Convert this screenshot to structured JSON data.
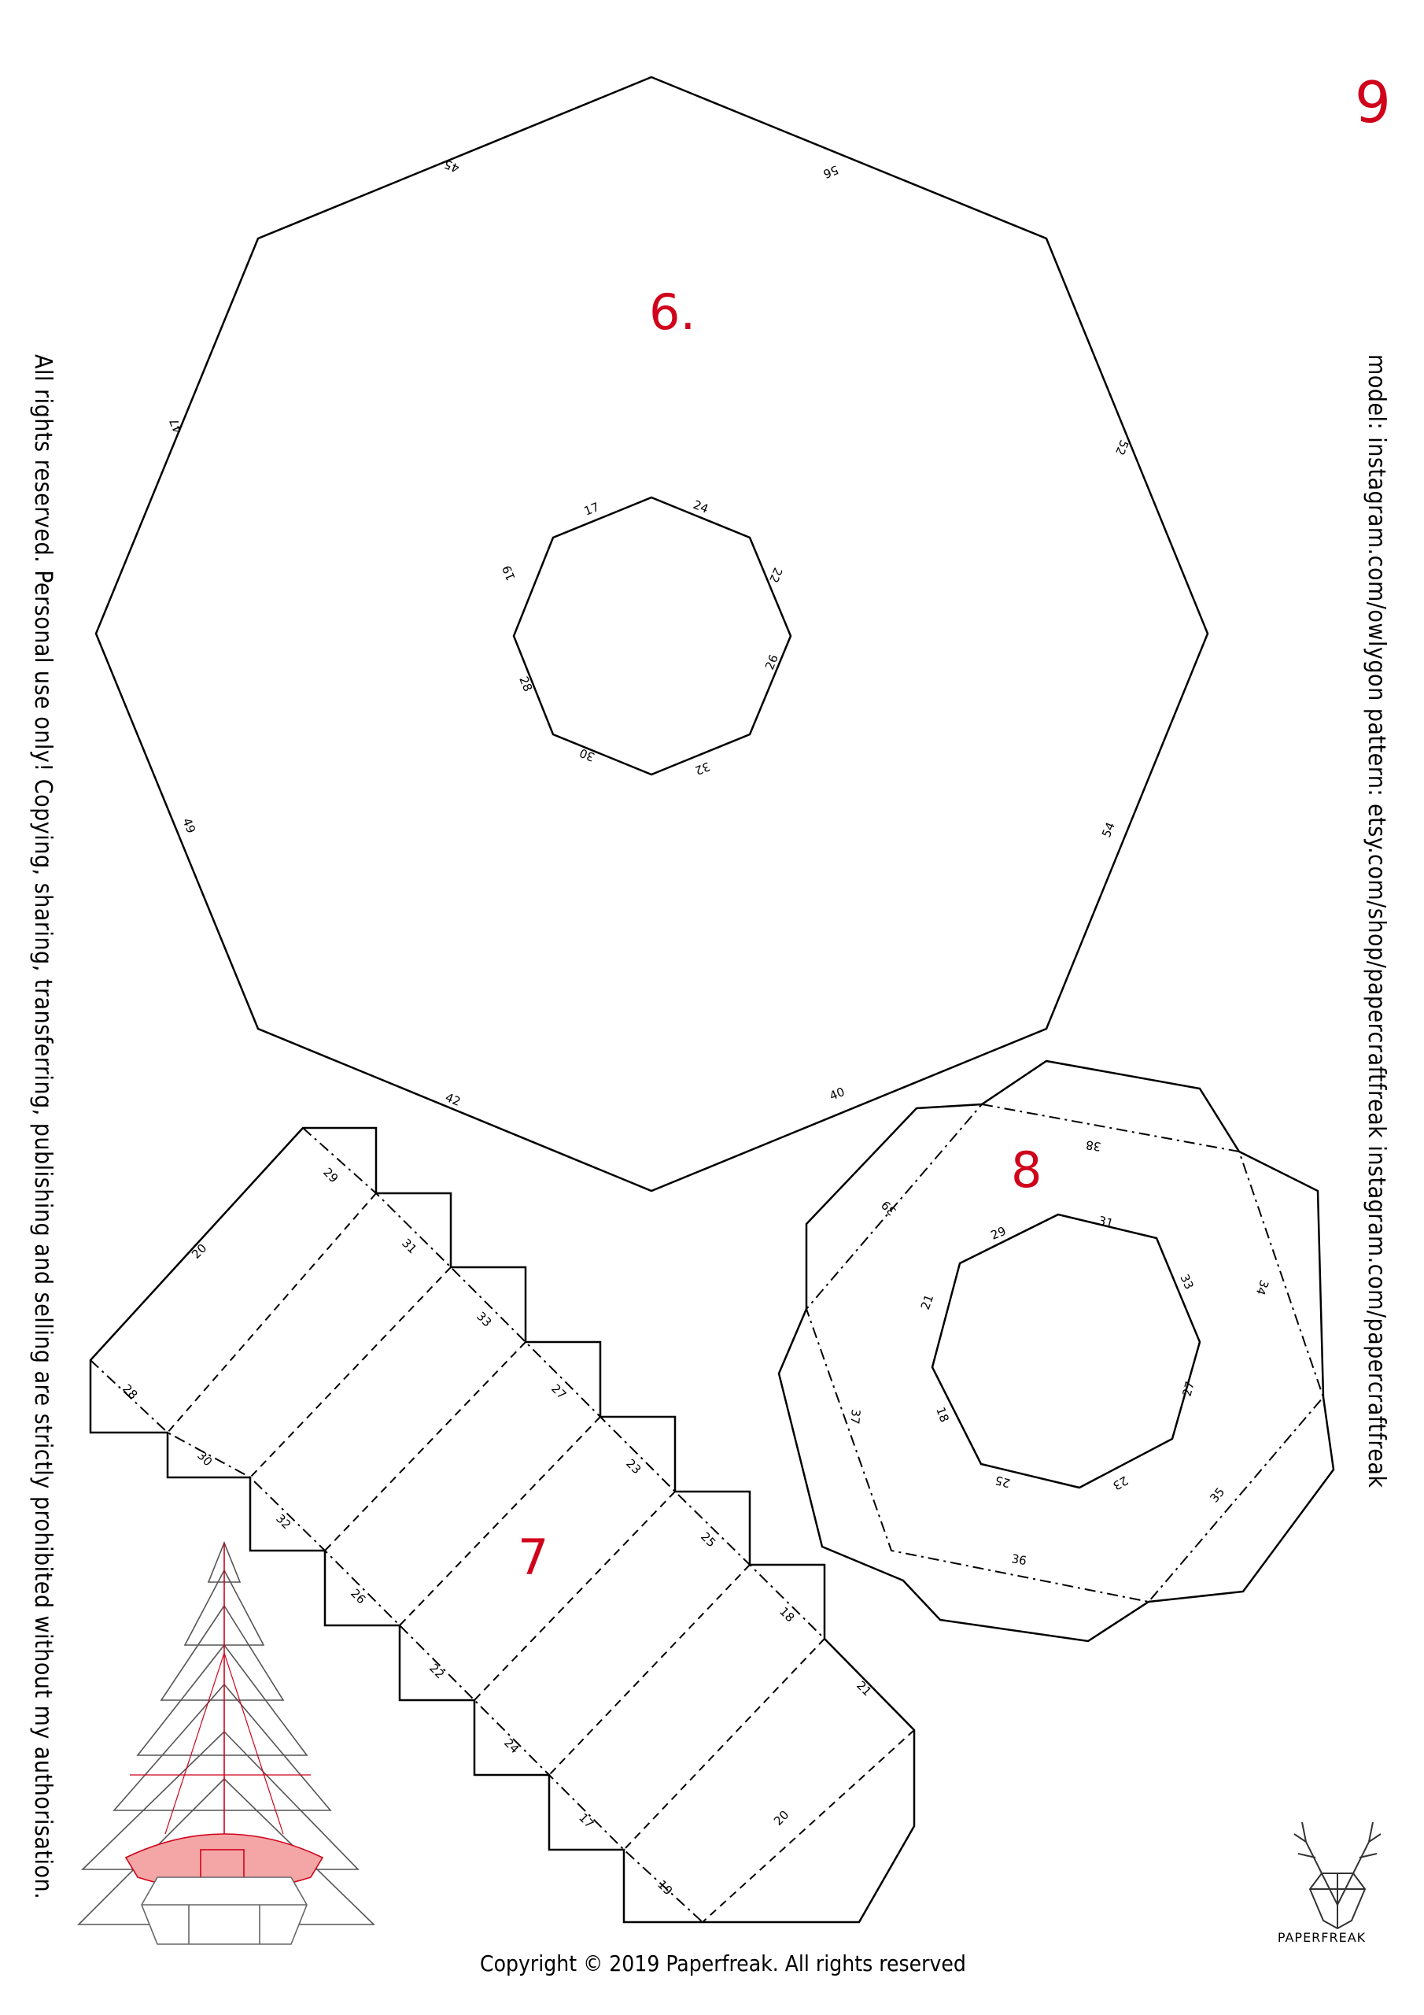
{
  "page_number": "9",
  "sidebar_left": "All rights reserved. Personal use only! Copying, sharing, transferring, publishing and selling are strictly prohibited without my authorisation.",
  "sidebar_right": "model: instagram.com/owlygon    pattern: etsy.com/shop/papercraftfreak instagram.com/papercraftfreak",
  "footer_copyright": "Copyright © 2019 Paperfreak. All rights reserved",
  "brand": "PAPERFREAK",
  "colors": {
    "accent": "#d0021b",
    "line": "#000000",
    "preview_fill": "#f4a6a6"
  },
  "pieces": {
    "piece6": {
      "label": "6.",
      "outer_edges": [
        "45",
        "56",
        "47",
        "52",
        "49",
        "54",
        "42",
        "40"
      ],
      "inner_edges": [
        "17",
        "24",
        "19",
        "22",
        "28",
        "26",
        "30",
        "32"
      ]
    },
    "piece7": {
      "label": "7",
      "side_edges": [
        "20",
        "20"
      ],
      "tab_edges": [
        "29",
        "31",
        "33",
        "27",
        "23",
        "25",
        "18",
        "21",
        "28",
        "30",
        "32",
        "26",
        "22",
        "24",
        "17",
        "19"
      ]
    },
    "piece8": {
      "label": "8",
      "outer_edges": [
        "38",
        "39",
        "34",
        "37",
        "35",
        "36"
      ],
      "inner_edges": [
        "29",
        "31",
        "21",
        "33",
        "18",
        "27",
        "25",
        "23"
      ]
    }
  }
}
